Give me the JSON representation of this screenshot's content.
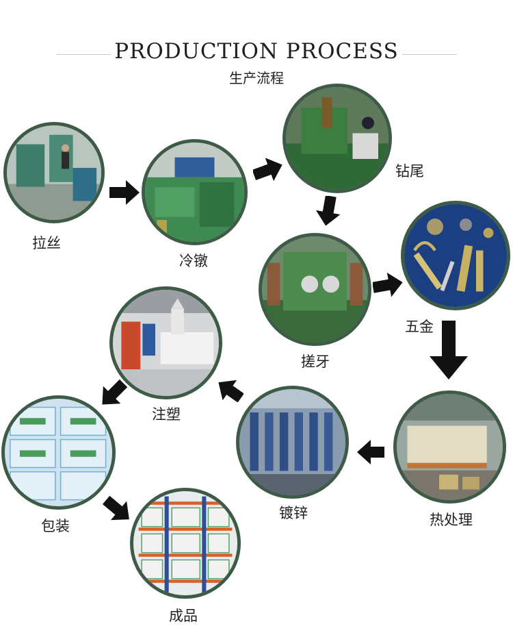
{
  "header": {
    "title": "PRODUCTION PROCESS",
    "subtitle": "生产流程"
  },
  "steps": [
    {
      "id": "wire-drawing",
      "label": "拉丝"
    },
    {
      "id": "cold-heading",
      "label": "冷镦"
    },
    {
      "id": "tail-drilling",
      "label": "钻尾"
    },
    {
      "id": "thread-rolling",
      "label": "搓牙"
    },
    {
      "id": "hardware",
      "label": "五金"
    },
    {
      "id": "heat-treatment",
      "label": "热处理"
    },
    {
      "id": "galvanizing",
      "label": "镀锌"
    },
    {
      "id": "injection-molding",
      "label": "注塑"
    },
    {
      "id": "packaging",
      "label": "包装"
    },
    {
      "id": "finished-products",
      "label": "成品"
    }
  ],
  "colors": {
    "ring": "#3e5b48",
    "arrow": "#111111",
    "text": "#222222"
  }
}
